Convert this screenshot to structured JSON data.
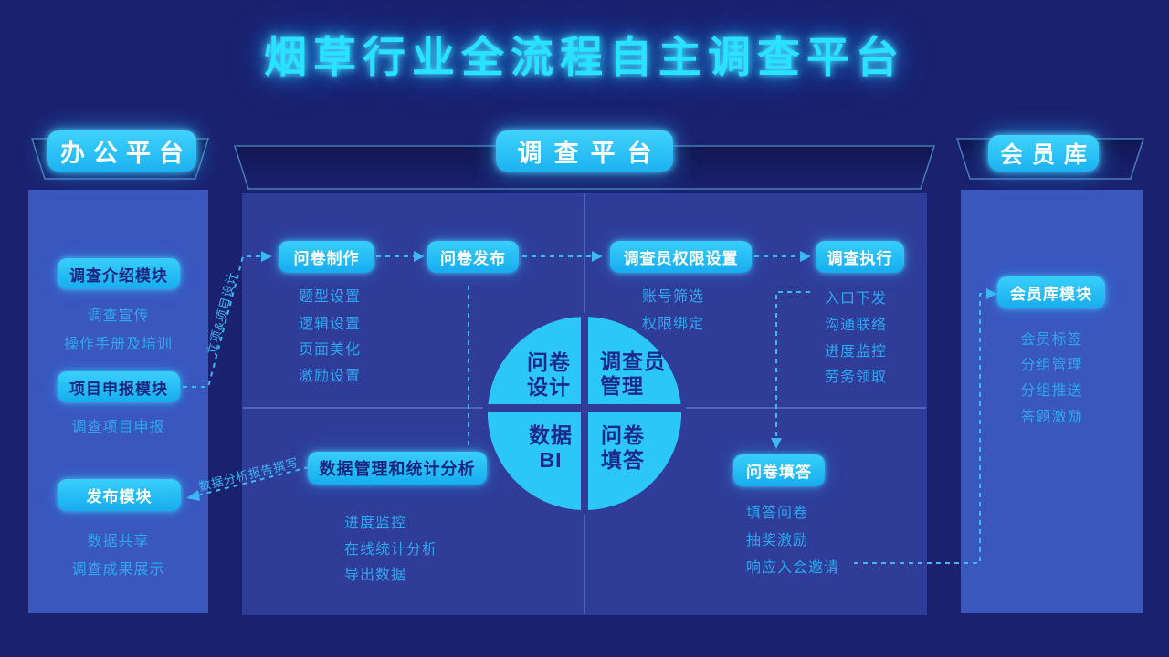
{
  "title": "烟草行业全流程自主调查平台",
  "colors": {
    "background": "#1A216F",
    "side_panel": "#3A57BE",
    "center_panel": "#2F3D99",
    "accent_cyan": "#29C5F7",
    "item_text": "#2FA6EF",
    "dark_pill_text": "#19257E",
    "title_color": "#29E2FF",
    "connector": "#3DB8F3"
  },
  "office_platform": {
    "header": "办公平台",
    "modules": [
      {
        "label": "调查介绍模块",
        "items": [
          "调查宣传",
          "操作手册及培训"
        ]
      },
      {
        "label": "项目申报模块",
        "items": [
          "调查项目申报"
        ]
      },
      {
        "label": "发布模块",
        "items": [
          "数据共享",
          "调查成果展示"
        ]
      }
    ]
  },
  "survey_platform": {
    "header": "调查平台",
    "questionnaire_create": {
      "label": "问卷制作",
      "items": [
        "题型设置",
        "逻辑设置",
        "页面美化",
        "激励设置"
      ]
    },
    "questionnaire_publish": {
      "label": "问卷发布"
    },
    "surveyor_permission": {
      "label": "调查员权限设置",
      "items": [
        "账号筛选",
        "权限绑定"
      ]
    },
    "survey_execute": {
      "label": "调查执行",
      "items": [
        "入口下发",
        "沟通联络",
        "进度监控",
        "劳务领取"
      ]
    },
    "data_analysis": {
      "label": "数据管理和统计分析",
      "items": [
        "进度监控",
        "在线统计分析",
        "导出数据"
      ]
    },
    "questionnaire_fill": {
      "label": "问卷填答",
      "items": [
        "填答问卷",
        "抽奖激励",
        "响应入会邀请"
      ]
    },
    "circle_quadrants": [
      "问卷设计",
      "调查员管理",
      "数据BI",
      "问卷填答"
    ]
  },
  "member_library": {
    "header": "会员库",
    "module": {
      "label": "会员库模块",
      "items": [
        "会员标签",
        "分组管理",
        "分组推送",
        "答题激励"
      ]
    }
  },
  "connector_labels": {
    "project_design": "立项&项目设计",
    "report_writing": "数据分析报告撰写"
  }
}
